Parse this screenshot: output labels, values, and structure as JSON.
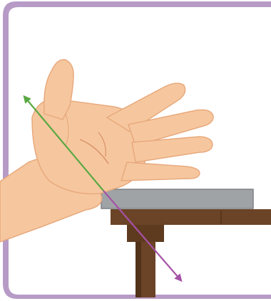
{
  "colors": {
    "panel_border": "#b79bc6",
    "skin": "#f6c79f",
    "skin_shadow": "#e8a97c",
    "skin_line": "#d99066",
    "table_top": "#a0a3a6",
    "table_top_edge": "#7c8085",
    "wood": "#6b4326",
    "wood_dark": "#523218",
    "arrow_green": "#5aa843",
    "arrow_purple": "#a652a6"
  },
  "diagram": {
    "objects": [
      "hand",
      "table-plate",
      "table",
      "green-arrow",
      "purple-arrow"
    ],
    "arrows": [
      {
        "name": "green-arrow",
        "direction": "up-left"
      },
      {
        "name": "purple-arrow",
        "direction": "down-right"
      }
    ]
  }
}
